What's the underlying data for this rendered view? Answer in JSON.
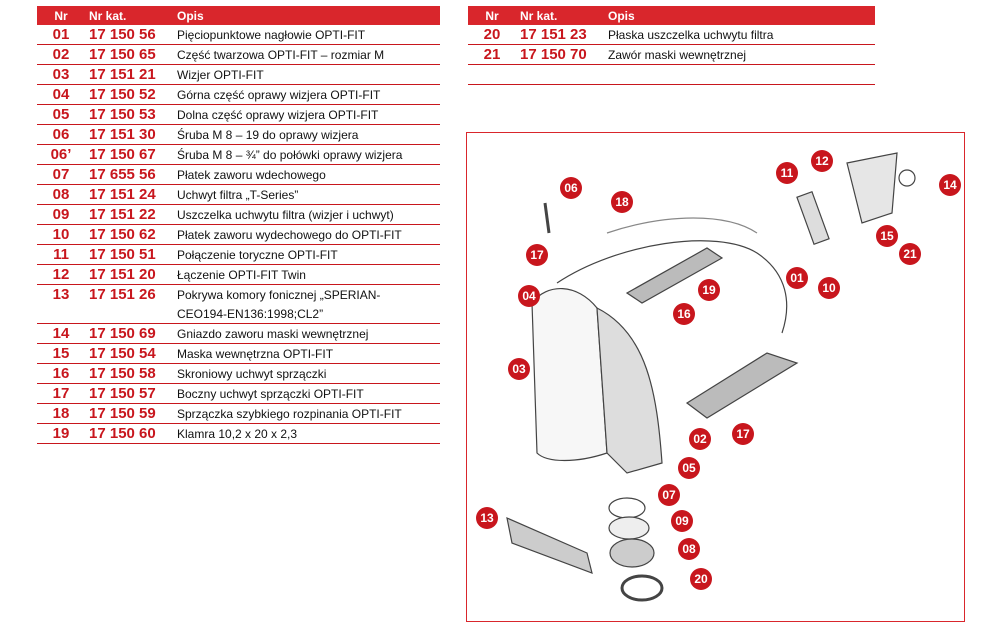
{
  "table_left": {
    "headers": {
      "nr": "Nr",
      "kat": "Nr kat.",
      "opis": "Opis"
    },
    "rows": [
      {
        "nr": "01",
        "kat": "17 150 56",
        "opis": "Pięciopunktowe nagłowie OPTI-FIT"
      },
      {
        "nr": "02",
        "kat": "17 150 65",
        "opis": "Część twarzowa OPTI-FIT – rozmiar M"
      },
      {
        "nr": "03",
        "kat": "17 151 21",
        "opis": "Wizjer OPTI-FIT"
      },
      {
        "nr": "04",
        "kat": "17 150 52",
        "opis": "Górna część oprawy wizjera OPTI-FIT"
      },
      {
        "nr": "05",
        "kat": "17 150 53",
        "opis": "Dolna część oprawy wizjera OPTI-FIT"
      },
      {
        "nr": "06",
        "kat": "17 151 30",
        "opis": "Śruba M 8 – 19 do oprawy wizjera"
      },
      {
        "nr": "06’",
        "kat": "17 150 67",
        "opis": "Śruba  M 8 – ¾” do połówki oprawy wizjera"
      },
      {
        "nr": "07",
        "kat": "17 655 56",
        "opis": "Płatek zaworu wdechowego"
      },
      {
        "nr": "08",
        "kat": "17 151 24",
        "opis": "Uchwyt filtra „T-Series”"
      },
      {
        "nr": "09",
        "kat": "17 151 22",
        "opis": "Uszczelka uchwytu filtra (wizjer i  uchwyt)"
      },
      {
        "nr": "10",
        "kat": "17 150 62",
        "opis": "Płatek zaworu wydechowego do OPTI-FIT"
      },
      {
        "nr": "11",
        "kat": "17 150 51",
        "opis": "Połączenie toryczne OPTI-FIT"
      },
      {
        "nr": "12",
        "kat": "17 151 20",
        "opis": "Łączenie OPTI-FIT Twin"
      },
      {
        "nr": "13",
        "kat": "17 151 26",
        "opis": "Pokrywa komory fonicznej „SPERIAN-",
        "opis2": "CEO194-EN136:1998;CL2”"
      },
      {
        "nr": "14",
        "kat": "17 150 69",
        "opis": "Gniazdo zaworu maski wewnętrznej"
      },
      {
        "nr": "15",
        "kat": "17 150 54",
        "opis": "Maska wewnętrzna OPTI-FIT"
      },
      {
        "nr": "16",
        "kat": "17 150 58",
        "opis": "Skroniowy uchwyt sprzączki"
      },
      {
        "nr": "17",
        "kat": "17 150 57",
        "opis": "Boczny uchwyt sprzączki OPTI-FIT"
      },
      {
        "nr": "18",
        "kat": "17 150 59",
        "opis": "Sprzączka szybkiego rozpinania OPTI-FIT"
      },
      {
        "nr": "19",
        "kat": "17 150 60",
        "opis": "Klamra 10,2 x 20 x 2,3"
      }
    ]
  },
  "table_right": {
    "headers": {
      "nr": "Nr",
      "kat": "Nr kat.",
      "opis": "Opis"
    },
    "rows": [
      {
        "nr": "20",
        "kat": "17 151 23",
        "opis": "Płaska uszczelka uchwytu filtra"
      },
      {
        "nr": "21",
        "kat": "17 150 70",
        "opis": "Zawór maski wewnętrznej"
      }
    ]
  },
  "diagram": {
    "callouts": [
      "01",
      "02",
      "03",
      "04",
      "05",
      "06",
      "07",
      "08",
      "09",
      "10",
      "11",
      "12",
      "13",
      "14",
      "15",
      "16",
      "17",
      "17",
      "18",
      "19",
      "20",
      "21"
    ]
  }
}
